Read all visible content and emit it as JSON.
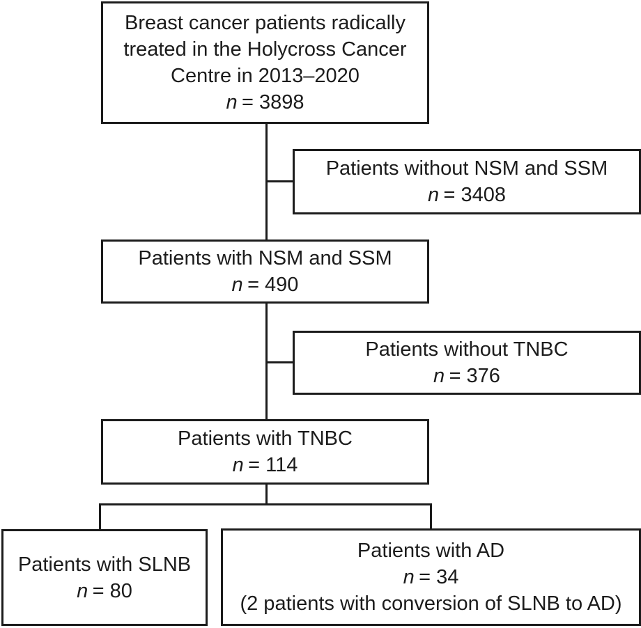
{
  "colors": {
    "background": "#ffffff",
    "line": "#1c1c1c",
    "text": "#1c1c1c"
  },
  "nodes": {
    "total": {
      "text": [
        "Breast cancer patients radically",
        "treated in the Holycross Cancer",
        "Centre in 2013–2020"
      ],
      "n_label": "n",
      "n_value": "= 3898"
    },
    "without_nsm_ssm": {
      "text": [
        "Patients without NSM and SSM"
      ],
      "n_label": "n",
      "n_value": "= 3408"
    },
    "with_nsm_ssm": {
      "text": [
        "Patients with NSM and SSM"
      ],
      "n_label": "n",
      "n_value": "= 490"
    },
    "without_tnbc": {
      "text": [
        "Patients without TNBC"
      ],
      "n_label": "n",
      "n_value": "= 376"
    },
    "with_tnbc": {
      "text": [
        "Patients with TNBC"
      ],
      "n_label": "n",
      "n_value": "= 114"
    },
    "slnb": {
      "text": [
        "Patients with SLNB"
      ],
      "n_label": "n",
      "n_value": "= 80"
    },
    "ad": {
      "text": [
        "Patients with AD"
      ],
      "n_label": "n",
      "n_value": "= 34",
      "note": "(2 patients with conversion of SLNB to AD)"
    }
  }
}
